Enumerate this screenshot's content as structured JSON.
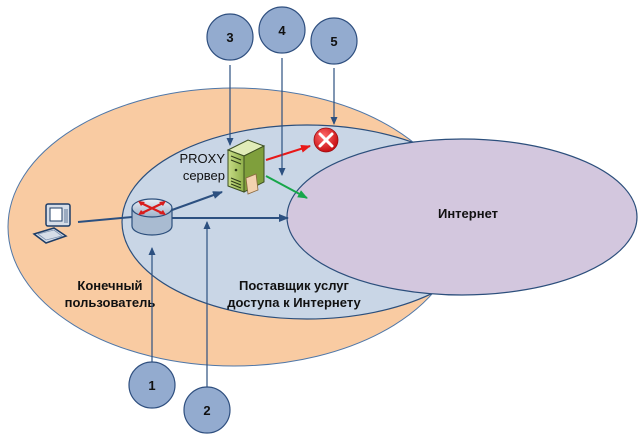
{
  "diagram": {
    "zones": {
      "end_user": {
        "label_line1": "Конечный",
        "label_line2": "пользователь",
        "color": "#f9cba2"
      },
      "isp": {
        "label_line1": "Поставщик услуг",
        "label_line2": "доступа к Интернету",
        "color": "#c9d6e6"
      },
      "internet": {
        "label": "Интернет",
        "color": "#d3c7de"
      }
    },
    "proxy": {
      "label_line1": "PROXY",
      "label_line2": "сервер"
    },
    "callouts": [
      {
        "number": "1",
        "target": "router"
      },
      {
        "number": "2",
        "target": "direct-link"
      },
      {
        "number": "3",
        "target": "proxy-server"
      },
      {
        "number": "4",
        "target": "isp-zone"
      },
      {
        "number": "5",
        "target": "blocked-access"
      }
    ],
    "colors": {
      "callout_fill": "#93abcf",
      "callout_stroke": "#2f4f7f",
      "arrow_blue": "#2c5080",
      "arrow_red": "#e81818",
      "arrow_green": "#17a64a",
      "blocked": "#e0161b"
    }
  }
}
